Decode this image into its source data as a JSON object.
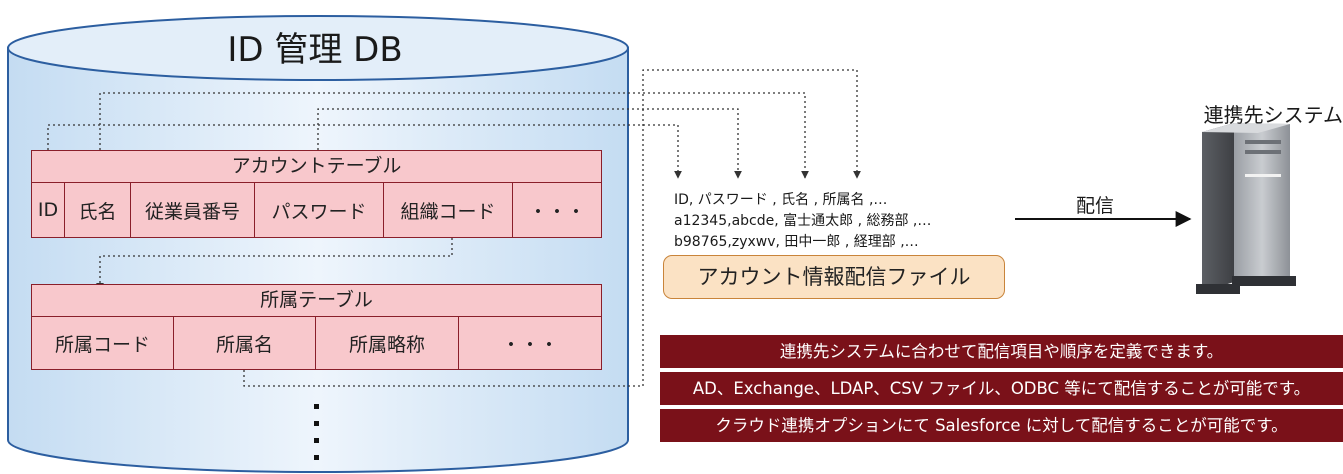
{
  "db": {
    "title": "ID 管理 DB"
  },
  "account_table": {
    "title": "アカウントテーブル",
    "columns": [
      "ID",
      "氏名",
      "従業員番号",
      "パスワード",
      "組織コード",
      "・・・"
    ]
  },
  "affiliation_table": {
    "title": "所属テーブル",
    "columns": [
      "所属コード",
      "所属名",
      "所属略称",
      "・・・"
    ]
  },
  "distribution_file": {
    "lines": [
      "ID, パスワード , 氏名 , 所属名 ,…",
      "a12345,abcde, 富士通太郎 , 総務部 ,…",
      "b98765,zyxwv, 田中一郎 , 経理部 ,…"
    ],
    "label": "アカウント情報配信ファイル"
  },
  "distribution": {
    "label": "配信"
  },
  "target_system": {
    "label": "連携先システム"
  },
  "notes": [
    "連携先システムに合わせて配信項目や順序を定義できます。",
    "AD、Exchange、LDAP、CSV ファイル、ODBC 等にて配信することが可能です。",
    "クラウド連携オプションにて Salesforce に対して配信することが可能です。"
  ],
  "colors": {
    "cylinder_fill": "#d6e8f7",
    "cylinder_stroke": "#2c5ea0",
    "table_fill": "#f8c8cc",
    "table_border": "#8a1f2a",
    "file_label_fill": "#fbe2c4",
    "file_label_border": "#c9843a",
    "note_fill": "#7a1119"
  }
}
